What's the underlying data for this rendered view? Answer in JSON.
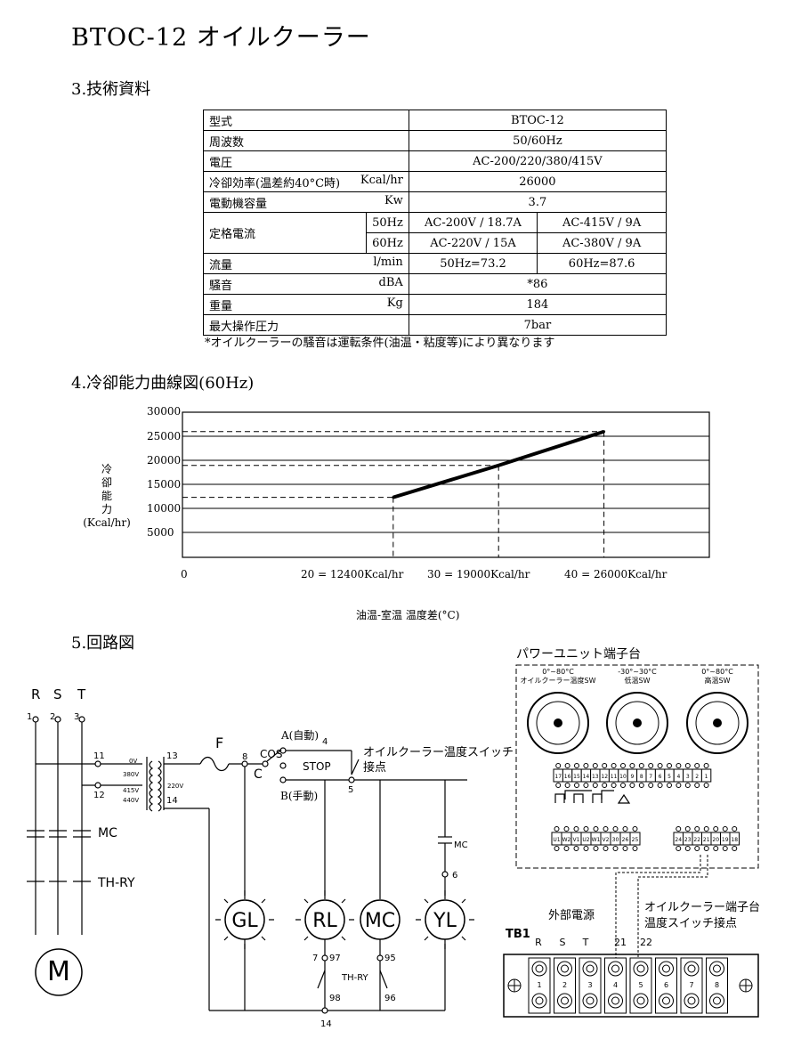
{
  "header": {
    "title": "BTOC-12 オイルクーラー"
  },
  "spec": {
    "heading": "3.技術資料",
    "model_label": "型式",
    "model": "BTOC-12",
    "freq_label": "周波数",
    "freq": "50/60Hz",
    "voltage_label": "電圧",
    "voltage": "AC-200/220/380/415V",
    "cooling_label": "冷卻効率(温差約40°C時)",
    "cooling_unit": "Kcal/hr",
    "cooling": "26000",
    "motor_label": "電動機容量",
    "motor_unit": "Kw",
    "motor": "3.7",
    "current_label": "定格電流",
    "hz50": "50Hz",
    "c50a": "AC-200V / 18.7A",
    "c50b": "AC-415V / 9A",
    "hz60": "60Hz",
    "c60a": "AC-220V / 15A",
    "c60b": "AC-380V / 9A",
    "flow_label": "流量",
    "flow_unit": "l/min",
    "flow50": "50Hz=73.2",
    "flow60": "60Hz=87.6",
    "noise_label": "騒音",
    "noise_unit": "dBA",
    "noise": "*86",
    "weight_label": "重量",
    "weight_unit": "Kg",
    "weight": "184",
    "pressure_label": "最大操作圧力",
    "pressure": "7bar",
    "note": "*オイルクーラーの騒音は運転条件(油温・粘度等)により異なります"
  },
  "chart": {
    "heading": "4.冷卻能力曲線図(60Hz)",
    "ylabel_lines": [
      "冷",
      "卻",
      "能",
      "力",
      "(Kcal/hr)"
    ],
    "xlabel": "油温-室温 温度差(°C)",
    "yticks": [
      "30000",
      "25000",
      "20000",
      "15000",
      "10000",
      "5000"
    ],
    "x0": "0",
    "xlabels": [
      "20 = 12400Kcal/hr",
      "30 = 19000Kcal/hr",
      "40 = 26000Kcal/hr"
    ]
  },
  "chart_data": {
    "type": "line",
    "x": [
      20,
      30,
      40
    ],
    "y": [
      12400,
      19000,
      26000
    ],
    "xlabel": "油温-室温 温度差(°C)",
    "ylabel": "冷卻能力(Kcal/hr)",
    "xlim": [
      0,
      50
    ],
    "ylim": [
      0,
      30000
    ]
  },
  "circuit": {
    "heading": "5.回路図",
    "phases": [
      "R",
      "S",
      "T"
    ],
    "terms": [
      "1",
      "2",
      "3"
    ],
    "t11": "11",
    "t12": "12",
    "t13": "13",
    "t14": "14",
    "v0": "0V",
    "v380": "380V",
    "v415": "415V",
    "v440": "440V",
    "v220": "220V",
    "mc": "MC",
    "thry": "TH-RY",
    "m": "M",
    "f": "F",
    "t8": "8",
    "c": "C",
    "cos": "COS",
    "a": "A(自動)",
    "stop": "STOP",
    "b": "B(手動)",
    "t4": "4",
    "t5": "5",
    "sw_label1": "オイルクーラー温度スイッチ",
    "sw_label2": "接点",
    "gl": "GL",
    "rl": "RL",
    "mc2": "MC",
    "yl": "YL",
    "mc3": "MC",
    "t6": "6",
    "t7": "7",
    "t97": "97",
    "t98": "98",
    "t95": "95",
    "t96": "96",
    "thry2": "TH-RY",
    "t14b": "14"
  },
  "terminal": {
    "title": "パワーユニット端子台",
    "dial1_range": "0°~80°C",
    "dial1_label": "オイルクーラー温度SW",
    "dial2_range": "-30°~30°C",
    "dial2_label": "低温SW",
    "dial3_range": "0°~80°C",
    "dial3_label": "高温SW",
    "row1": [
      "17",
      "16",
      "15",
      "14",
      "13",
      "12",
      "11",
      "10",
      "9",
      "8",
      "7",
      "6",
      "5",
      "4",
      "3",
      "2",
      "1"
    ],
    "row2a": [
      "U1",
      "W2",
      "V1",
      "U2",
      "W1",
      "V2",
      "30",
      "26",
      "25"
    ],
    "row2b": [
      "24",
      "23",
      "22",
      "21",
      "20",
      "19",
      "18"
    ],
    "ext_label": "外部電源",
    "oc_label1": "オイルクーラー端子台",
    "oc_label2": "温度スイッチ接点",
    "tb1": "TB1",
    "tb_top": [
      "R",
      "S",
      "T",
      "21",
      "22"
    ],
    "tb_nums": [
      "1",
      "2",
      "3",
      "4",
      "5",
      "6",
      "7",
      "8"
    ]
  }
}
